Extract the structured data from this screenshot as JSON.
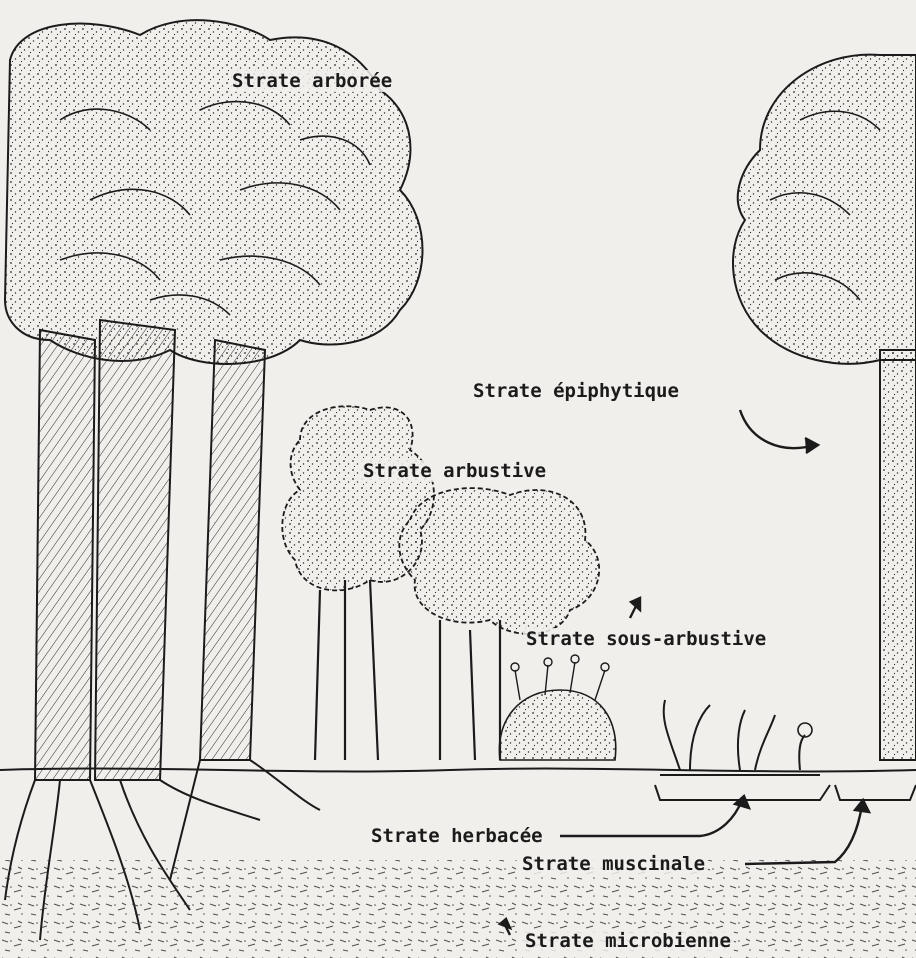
{
  "diagram": {
    "labels": {
      "arboree": "Strate arborée",
      "epiphytique": "Strate épiphytique",
      "arbustive": "Strate arbustive",
      "sous_arbustive": "Strate sous-arbustive",
      "herbacee": "Strate herbacée",
      "muscinale": "Strate muscinale",
      "microbienne": "Strate microbienne"
    },
    "colors": {
      "paper": "#f1efec",
      "ink": "#1b1b1b"
    }
  }
}
